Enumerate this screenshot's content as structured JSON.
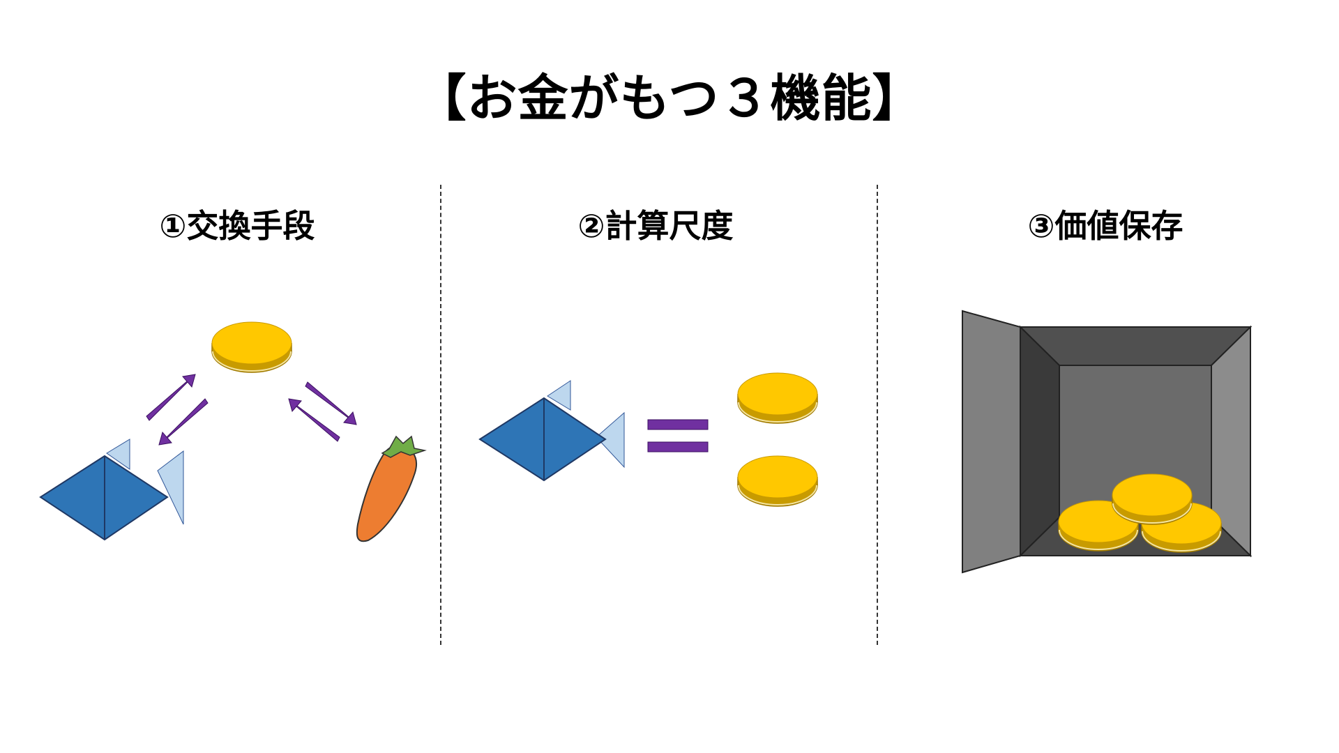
{
  "title": "【お金がもつ３機能】",
  "sections": [
    {
      "label": "①交換手段",
      "items": [
        "fish",
        "coin",
        "carrot"
      ]
    },
    {
      "label": "②計算尺度",
      "items": [
        "fish",
        "equals",
        "coin",
        "coin"
      ]
    },
    {
      "label": "③価値保存",
      "items": [
        "safe",
        "coins"
      ]
    }
  ],
  "colors": {
    "coin": "#FFC800",
    "coin_edge": "#C89B00",
    "fish_body": "#2E75B6",
    "fish_fin": "#BDD7EE",
    "arrow": "#7030A0",
    "carrot": "#ED7D31",
    "carrot_leaf": "#70AD47",
    "safe_door": "#808080",
    "safe_inner": "#6B6B6B"
  }
}
